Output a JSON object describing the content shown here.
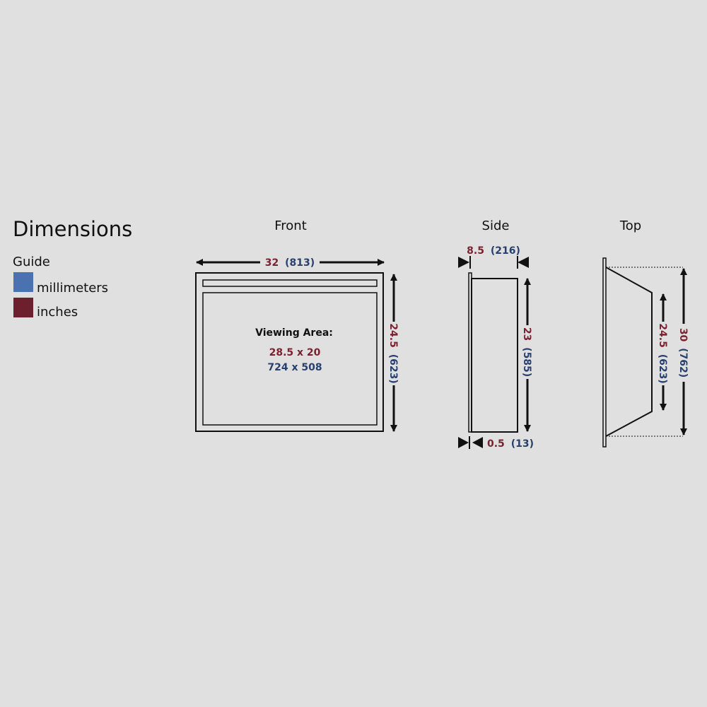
{
  "title": "Dimensions",
  "guide": {
    "heading": "Guide",
    "items": [
      {
        "label": "millimeters",
        "color": "#4a72b0"
      },
      {
        "label": "inches",
        "color": "#6e1f2d"
      }
    ]
  },
  "colors": {
    "inches": "#7a2230",
    "millimeters": "#27406e",
    "line": "#111111"
  },
  "views": {
    "front": {
      "label": "Front",
      "width": {
        "inches": "32",
        "mm": "(813)"
      },
      "height": {
        "inches": "24.5",
        "mm": "(623)"
      },
      "viewing_area": {
        "title": "Viewing Area:",
        "inches": "28.5 x 20",
        "mm": "724 x 508"
      }
    },
    "side": {
      "label": "Side",
      "depth": {
        "inches": "8.5",
        "mm": "(216)"
      },
      "height": {
        "inches": "23",
        "mm": "(585)"
      },
      "trim": {
        "inches": "0.5",
        "mm": "(13)"
      }
    },
    "top": {
      "label": "Top",
      "inner_width": {
        "inches": "24.5",
        "mm": "(623)"
      },
      "outer_width": {
        "inches": "30",
        "mm": "(762)"
      }
    }
  }
}
